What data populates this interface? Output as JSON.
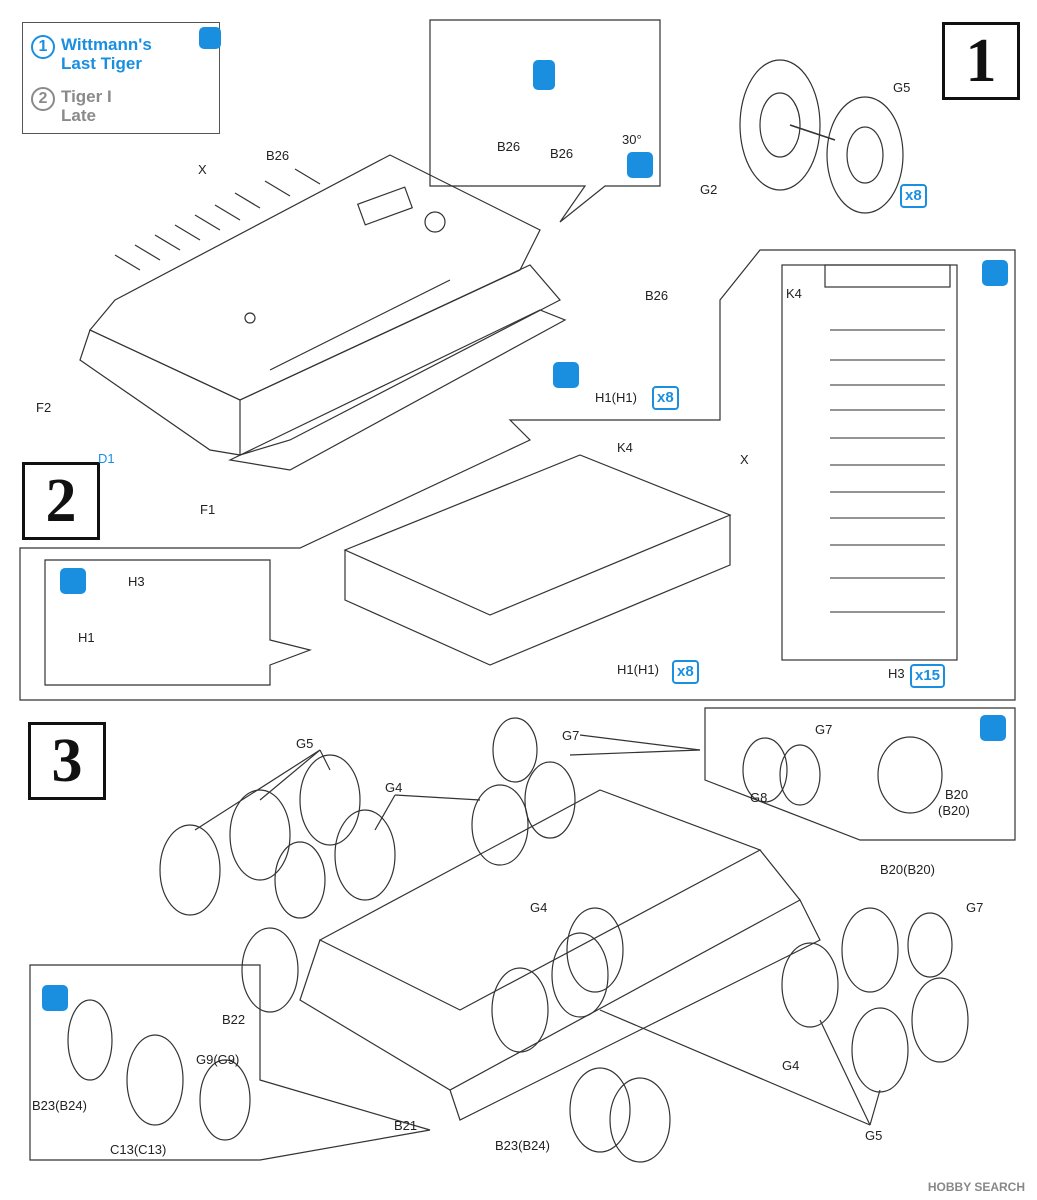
{
  "legend": {
    "items": [
      {
        "num": "1",
        "label_line1": "Wittmann's",
        "label_line2": "Last Tiger",
        "color": "#1a8fe0"
      },
      {
        "num": "2",
        "label_line1": "Tiger I",
        "label_line2": "Late",
        "color": "#8a8a8a"
      }
    ]
  },
  "steps": {
    "s1": "1",
    "s2": "2",
    "s3": "3"
  },
  "labels": {
    "b26_top": "B26",
    "x_main": "X",
    "f2": "F2",
    "d1": "D1",
    "f1": "F1",
    "b26_right": "B26",
    "h1_step1": "H1(H1)",
    "x8_a": "x8",
    "inset_b26_a": "B26",
    "inset_b26_b": "B26",
    "inset_angle": "30°",
    "g5_top": "G5",
    "g2": "G2",
    "x8_wheel": "x8",
    "k4_right": "K4",
    "k4_hull": "K4",
    "x_right": "X",
    "h1_step2": "H1(H1)",
    "x8_b": "x8",
    "h3_right": "H3",
    "x15": "x15",
    "inset_h3": "H3",
    "inset_h1": "H1",
    "g5_step3_top": "G5",
    "g4_top": "G4",
    "g7_top": "G7",
    "inset_g7": "G7",
    "inset_g8": "G8",
    "inset_b20": "B20",
    "inset_b20_paren": "(B20)",
    "b20_right": "B20(B20)",
    "g7_right": "G7",
    "g4_mid": "G4",
    "b22": "B22",
    "g4_bottom": "G4",
    "g5_bottom": "G5",
    "b21": "B21",
    "b23_bottom": "B23(B24)",
    "inset_b23": "B23(B24)",
    "inset_c13": "C13(C13)",
    "inset_g9": "G9(G9)"
  },
  "watermark": "HOBBY SEARCH",
  "colors": {
    "accent": "#1a8fe0",
    "line": "#222222"
  }
}
